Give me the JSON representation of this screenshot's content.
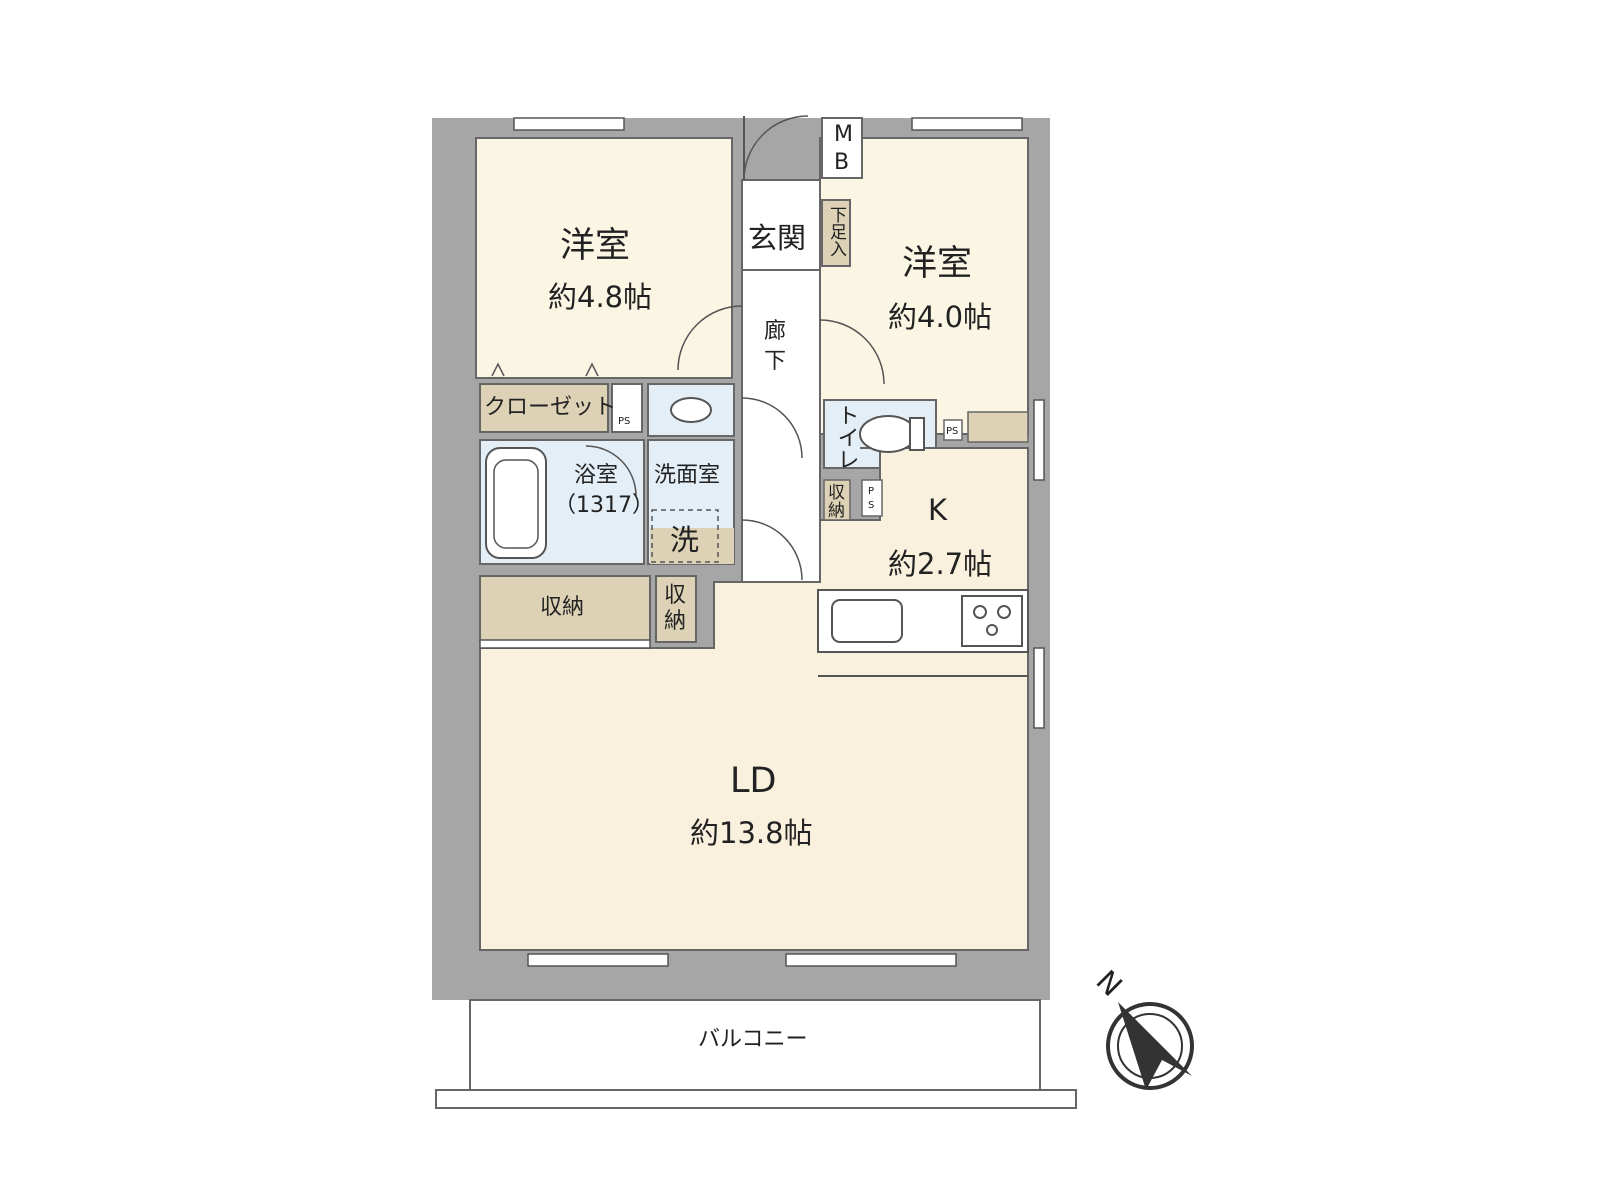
{
  "colors": {
    "wall": "#a6a6a6",
    "room_yellow": "#fbf6e4",
    "room_ld": "#f9f0dd",
    "wet_blue": "#e4eef6",
    "storage": "#ddd2b6",
    "entrance": "#ffffff",
    "line": "#4a4a4a"
  },
  "rooms": {
    "west_bedroom": {
      "name": "洋室",
      "area": "約4.8帖"
    },
    "east_bedroom": {
      "name": "洋室",
      "area": "約4.0帖"
    },
    "entrance": {
      "name": "玄関"
    },
    "shoe_box": {
      "name": "下足入"
    },
    "mb": {
      "name_top": "M",
      "name_bottom": "B"
    },
    "hallway": {
      "name_top": "廊",
      "name_bottom": "下"
    },
    "closet": {
      "name": "クローゼット"
    },
    "ps1": {
      "name": "PS"
    },
    "ps2": {
      "name": "PS"
    },
    "ps3_top": "P",
    "ps3_bottom": "S",
    "toilet": {
      "name": "トイレ"
    },
    "bath": {
      "name": "浴室",
      "size": "（1317）"
    },
    "washroom": {
      "name": "洗面室"
    },
    "washer": {
      "name": "洗"
    },
    "storage_big": {
      "name": "収納"
    },
    "storage_small": {
      "name_top": "収",
      "name_bottom": "納"
    },
    "storage_kitchen": {
      "name_top": "収",
      "name_bottom": "納"
    },
    "kitchen": {
      "name": "K",
      "area": "約2.7帖"
    },
    "living": {
      "name": "LD",
      "area": "約13.8帖"
    },
    "balcony": {
      "name": "バルコニー"
    }
  },
  "compass": {
    "label": "N",
    "icon": "north-arrow-icon"
  }
}
